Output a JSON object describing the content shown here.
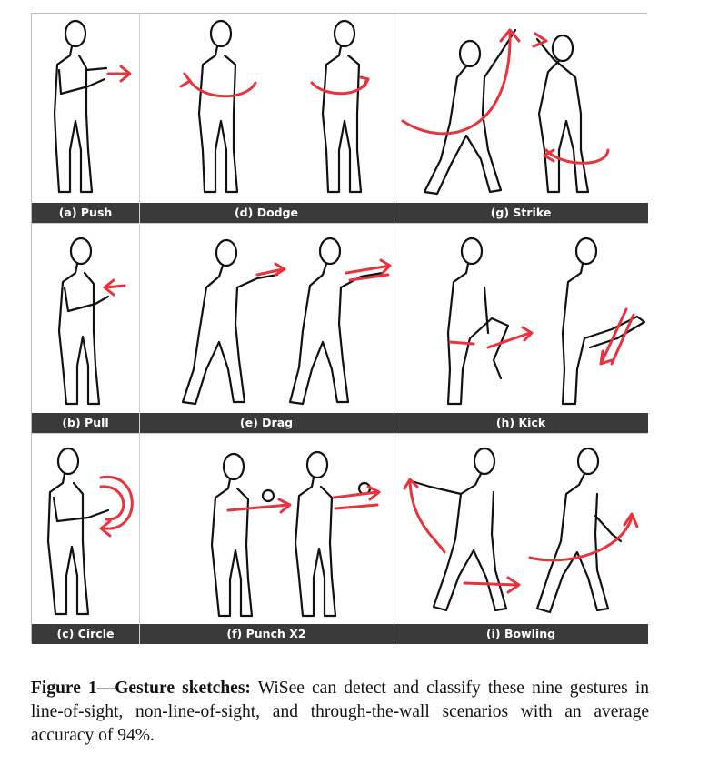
{
  "figure": {
    "panels": [
      {
        "id": "a",
        "label": "(a) Push"
      },
      {
        "id": "d",
        "label": "(d) Dodge"
      },
      {
        "id": "g",
        "label": "(g) Strike"
      },
      {
        "id": "b",
        "label": "(b) Pull"
      },
      {
        "id": "e",
        "label": "(e) Drag"
      },
      {
        "id": "h",
        "label": "(h) Kick"
      },
      {
        "id": "c",
        "label": "(c) Circle"
      },
      {
        "id": "f",
        "label": "(f) Punch X2"
      },
      {
        "id": "i",
        "label": "(i) Bowling"
      }
    ]
  },
  "caption": {
    "heading": "Figure 1—Gesture sketches:",
    "text": " WiSee can detect and classify these nine gestures in line-of-sight, non-line-of-sight, and through-the-wall scenarios with an average accuracy of 94%."
  },
  "colors": {
    "arrow": "#e8333c",
    "bar": "#3a3a3a",
    "outline": "#111111"
  }
}
